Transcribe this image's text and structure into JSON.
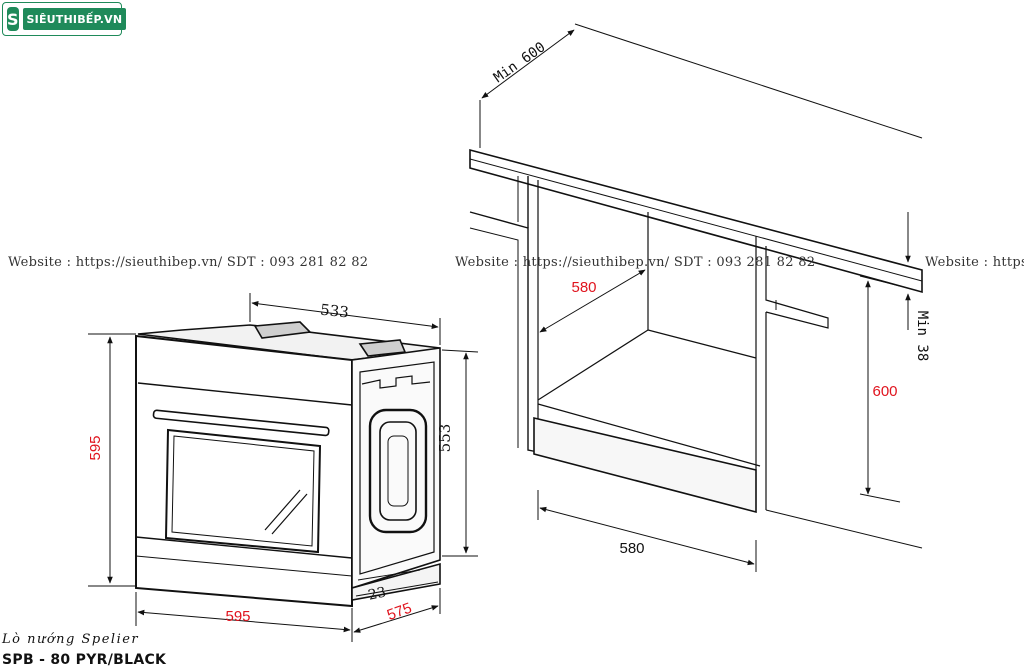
{
  "logo": {
    "icon": "s-logo-icon",
    "text": "SIÊUTHIBẾP.VN"
  },
  "watermark": {
    "line1": "Website : https://sieuthibep.vn/      SDT : 093 281 82 82",
    "line2": "Website : https://sieuthibep.vn/ SDT : 093 281 82 82",
    "line3": "Website : https:"
  },
  "dimensions": {
    "oven_depth_top": "533",
    "oven_height": "595",
    "oven_side_height": "553",
    "oven_width": "595",
    "oven_depth_bottom": "575",
    "oven_bottom_offset": "23",
    "cabinet_min_depth": "Min 600",
    "cabinet_inner_depth": "580",
    "cabinet_height": "600",
    "cabinet_min_gap": "Min 38",
    "cabinet_width": "580"
  },
  "colors": {
    "red_dimension": "#e0141e",
    "black_dimension": "#111111",
    "brand": "#1f8a5a"
  },
  "caption": {
    "line1": "Lò nướng Spelier",
    "line2": "SPB - 80 PYR/BLACK"
  }
}
